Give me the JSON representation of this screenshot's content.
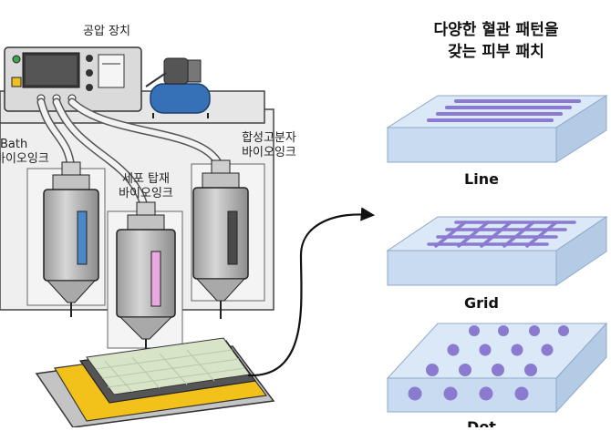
{
  "labels": {
    "pressure_device": "공압 장치",
    "bath_line1": "Bath",
    "bath_line2": "바이오잉크",
    "cell_line1": "세포 탑재",
    "cell_line2": "바이오잉크",
    "synth_line1": "합성고분자",
    "synth_line2": "바이오잉크"
  },
  "title": {
    "line1": "다양한 혈관 패턴을",
    "line2": "갖는 피부 패치"
  },
  "patterns": [
    {
      "name": "Line"
    },
    {
      "name": "Grid"
    },
    {
      "name": "Dot"
    }
  ],
  "colors": {
    "cartridge_body": "#b8b8b8",
    "bath_window": "#4a88c8",
    "cell_window": "#e8a8e0",
    "synth_window": "#4a4a4a",
    "pattern_purple": "#8a7ad0",
    "patch_top": "#dbe8f7",
    "substrate_yellow": "#f2c21b",
    "compressor_blue": "#3670b6"
  }
}
